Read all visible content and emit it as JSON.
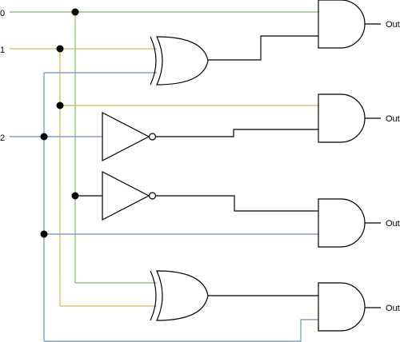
{
  "inputs": [
    {
      "label": "0"
    },
    {
      "label": "1"
    },
    {
      "label": "2"
    }
  ],
  "outputs": [
    {
      "label": "Out"
    },
    {
      "label": "Out"
    },
    {
      "label": "Out"
    },
    {
      "label": "Out"
    }
  ],
  "wire_colors": {
    "input_0": "#82b366",
    "input_1": "#d6b656",
    "input_2": "#6c8ebf",
    "internal": "#000000"
  }
}
